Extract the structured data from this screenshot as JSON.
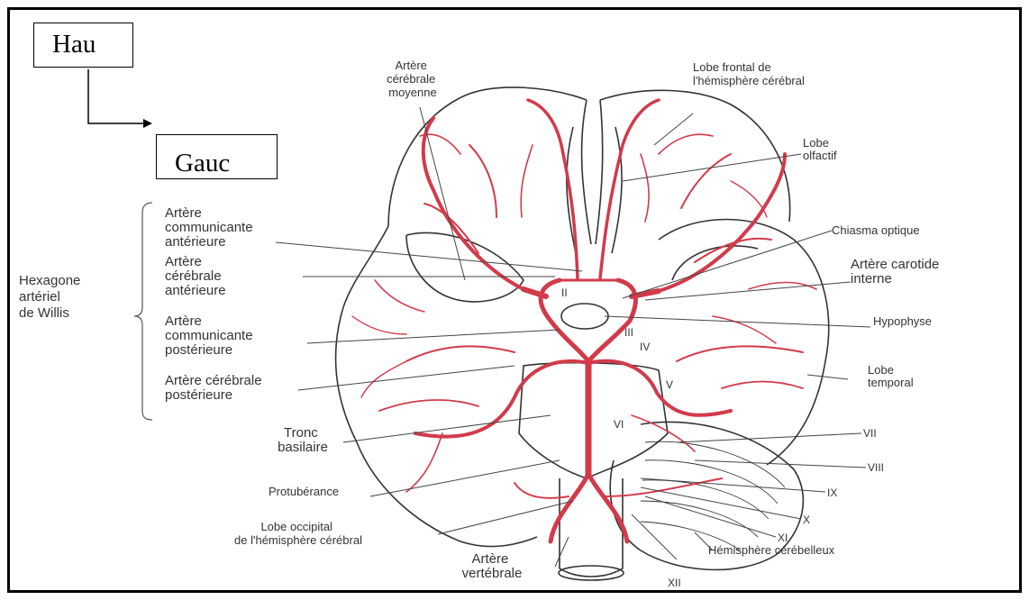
{
  "orientation": {
    "top_label": "Hau",
    "left_label": "Gauc"
  },
  "group_label": [
    "Hexagone",
    "artériel",
    "de Willis"
  ],
  "left_labels": {
    "communicante_anterieure": [
      "Artère",
      "communicante",
      "antérieure"
    ],
    "cerebrale_anterieure": [
      "Artère",
      "cérébrale",
      "antérieure"
    ],
    "communicante_posterieure": [
      "Artère",
      "communicante",
      "postérieure"
    ],
    "cerebrale_posterieure": [
      "Artère cérébrale",
      "postérieure"
    ],
    "tronc_basilaire": [
      "Tronc",
      "basilaire"
    ],
    "protuberance": "Protubérance",
    "lobe_occipital": [
      "Lobe occipital",
      "de l'hémisphère cérébral"
    ],
    "artere_vertebrale": [
      "Artère",
      "vertébrale"
    ]
  },
  "top_labels": {
    "cerebrale_moyenne": [
      "Artère",
      "cérébrale",
      "moyenne"
    ],
    "lobe_frontal": [
      "Lobe frontal de",
      "l'hémisphère cérébral"
    ]
  },
  "right_labels": {
    "lobe_olfactif": [
      "Lobe",
      "olfactif"
    ],
    "chiasma": "Chiasma optique",
    "carotide": [
      "Artère carotide",
      "interne"
    ],
    "hypophyse": "Hypophyse",
    "lobe_temporal": [
      "Lobe",
      "temporal"
    ],
    "hemisphere_cerebelleux": "Hémisphère cérébelleux"
  },
  "nerves": {
    "II": "II",
    "III": "III",
    "IV": "IV",
    "V": "V",
    "VI": "VI",
    "VII": "VII",
    "VIII": "VIII",
    "IX": "IX",
    "X": "X",
    "XI": "XI",
    "XII": "XII"
  },
  "colors": {
    "artery": "#d23a4a",
    "outline": "#333333",
    "leader": "#444444"
  }
}
